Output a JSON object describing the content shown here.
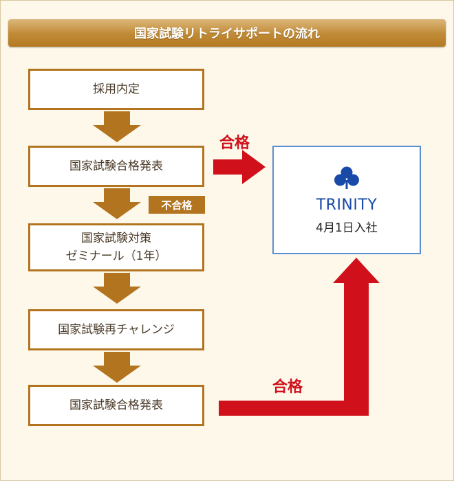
{
  "title": "国家試験リトライサポートの流れ",
  "steps": [
    {
      "label": "採用内定"
    },
    {
      "label": "国家試験合格発表"
    },
    {
      "line1": "国家試験対策",
      "line2": "ゼミナール（1年）"
    },
    {
      "label": "国家試験再チャレンジ"
    },
    {
      "label": "国家試験合格発表"
    }
  ],
  "fail_label": "不合格",
  "pass_label_top": "合格",
  "pass_label_bottom": "合格",
  "result": {
    "company": "TRINITY",
    "joining": "4月1日入社"
  },
  "colors": {
    "step_border": "#b3741f",
    "arrow_red": "#d0101a",
    "brand_blue": "#1a4aa8"
  }
}
